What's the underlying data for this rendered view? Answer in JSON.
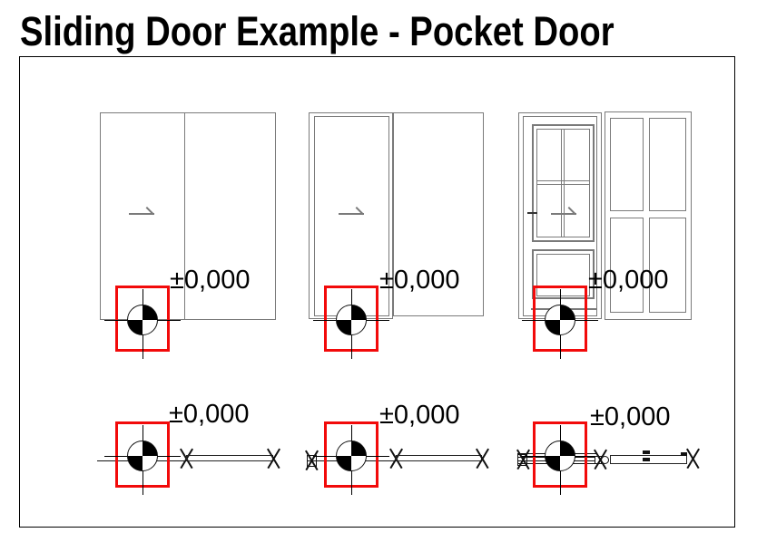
{
  "title": "Sliding Door Example - Pocket Door",
  "colors": {
    "ink": "#000000",
    "drawing_line": "#7a7a7a",
    "highlight_red": "#f20a0a"
  },
  "elevations": [
    {
      "label": "±0,000"
    },
    {
      "label": "±0,000"
    },
    {
      "label": "±0,000"
    }
  ],
  "plans": [
    {
      "label": "±0,000"
    },
    {
      "label": "±0,000"
    },
    {
      "label": "±0,000"
    }
  ]
}
